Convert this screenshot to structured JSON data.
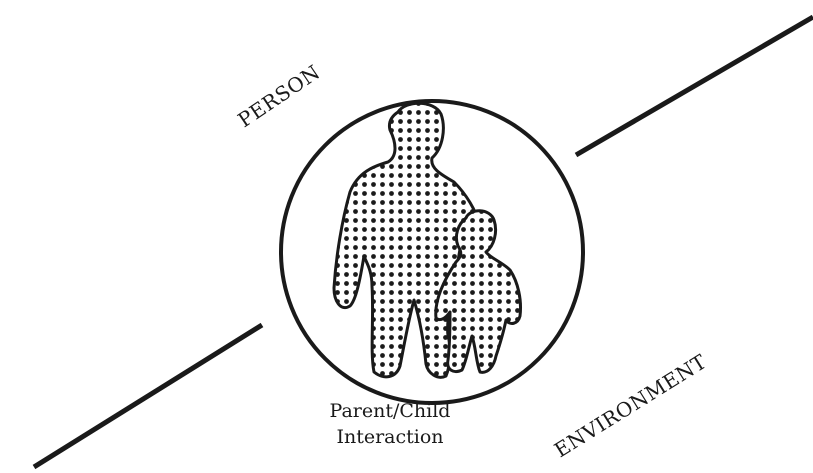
{
  "diagram": {
    "labels": {
      "person": "PERSON",
      "environment": "ENVIRONMENT",
      "caption_line1": "Parent/Child",
      "caption_line2": "Interaction"
    },
    "colors": {
      "ink": "#1a1a1a",
      "background": "#ffffff"
    }
  }
}
